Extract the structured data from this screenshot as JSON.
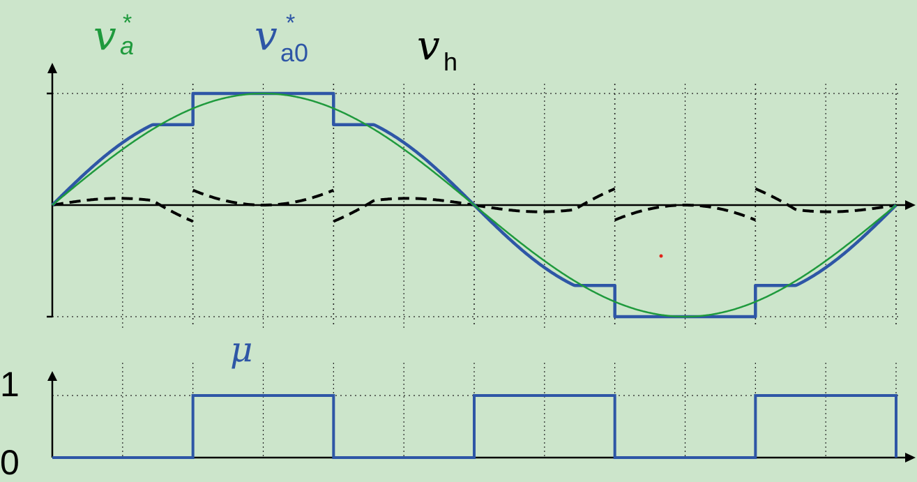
{
  "colors": {
    "background": "#cce5cb",
    "va_star": "#1f9a3d",
    "va0_star": "#2e56a6",
    "vh": "#000000",
    "mu": "#2e56a6",
    "axis": "#000000",
    "grid": "#000000",
    "marker": "#e0241b"
  },
  "labels": {
    "va_star": {
      "base": "v",
      "sub": "a",
      "sup": "*"
    },
    "va0_star": {
      "base": "v",
      "sub": "a0",
      "sup": "*"
    },
    "vh": {
      "base": "v",
      "sub": "h"
    },
    "mu": "μ",
    "mu_tick_1": "1",
    "mu_tick_0": "0"
  },
  "chart_data": [
    {
      "type": "line",
      "panel": "voltages",
      "x_range_deg": [
        0,
        360
      ],
      "ylim": [
        -1,
        1
      ],
      "grid": true,
      "grid_x_deg": [
        30,
        60,
        90,
        120,
        150,
        180,
        210,
        240,
        270,
        300,
        330,
        360
      ],
      "grid_y": [
        -1,
        0,
        1
      ],
      "series": [
        {
          "key": "va_star",
          "style": "solid-thin",
          "description_formula": "sin(theta)",
          "amplitude": 1.0
        },
        {
          "key": "va0_star",
          "style": "solid-thick",
          "description_formula": "clip/step approximation: sin(theta) with flat segments at ±1 for 60°–120° and 240°–300°",
          "flat_levels": [
            1.0,
            -1.0
          ],
          "step_level": 0.72
        },
        {
          "key": "vh",
          "style": "dashed",
          "description_formula": "va0_star - va_star (harmonic component)"
        }
      ]
    },
    {
      "type": "line",
      "panel": "mu",
      "x_range_deg": [
        0,
        360
      ],
      "ylim": [
        0,
        1
      ],
      "grid": true,
      "yticks": [
        0,
        1
      ],
      "series": [
        {
          "key": "mu",
          "style": "step",
          "high_intervals_deg": [
            [
              60,
              120
            ],
            [
              180,
              240
            ],
            [
              300,
              360
            ]
          ]
        }
      ]
    }
  ]
}
